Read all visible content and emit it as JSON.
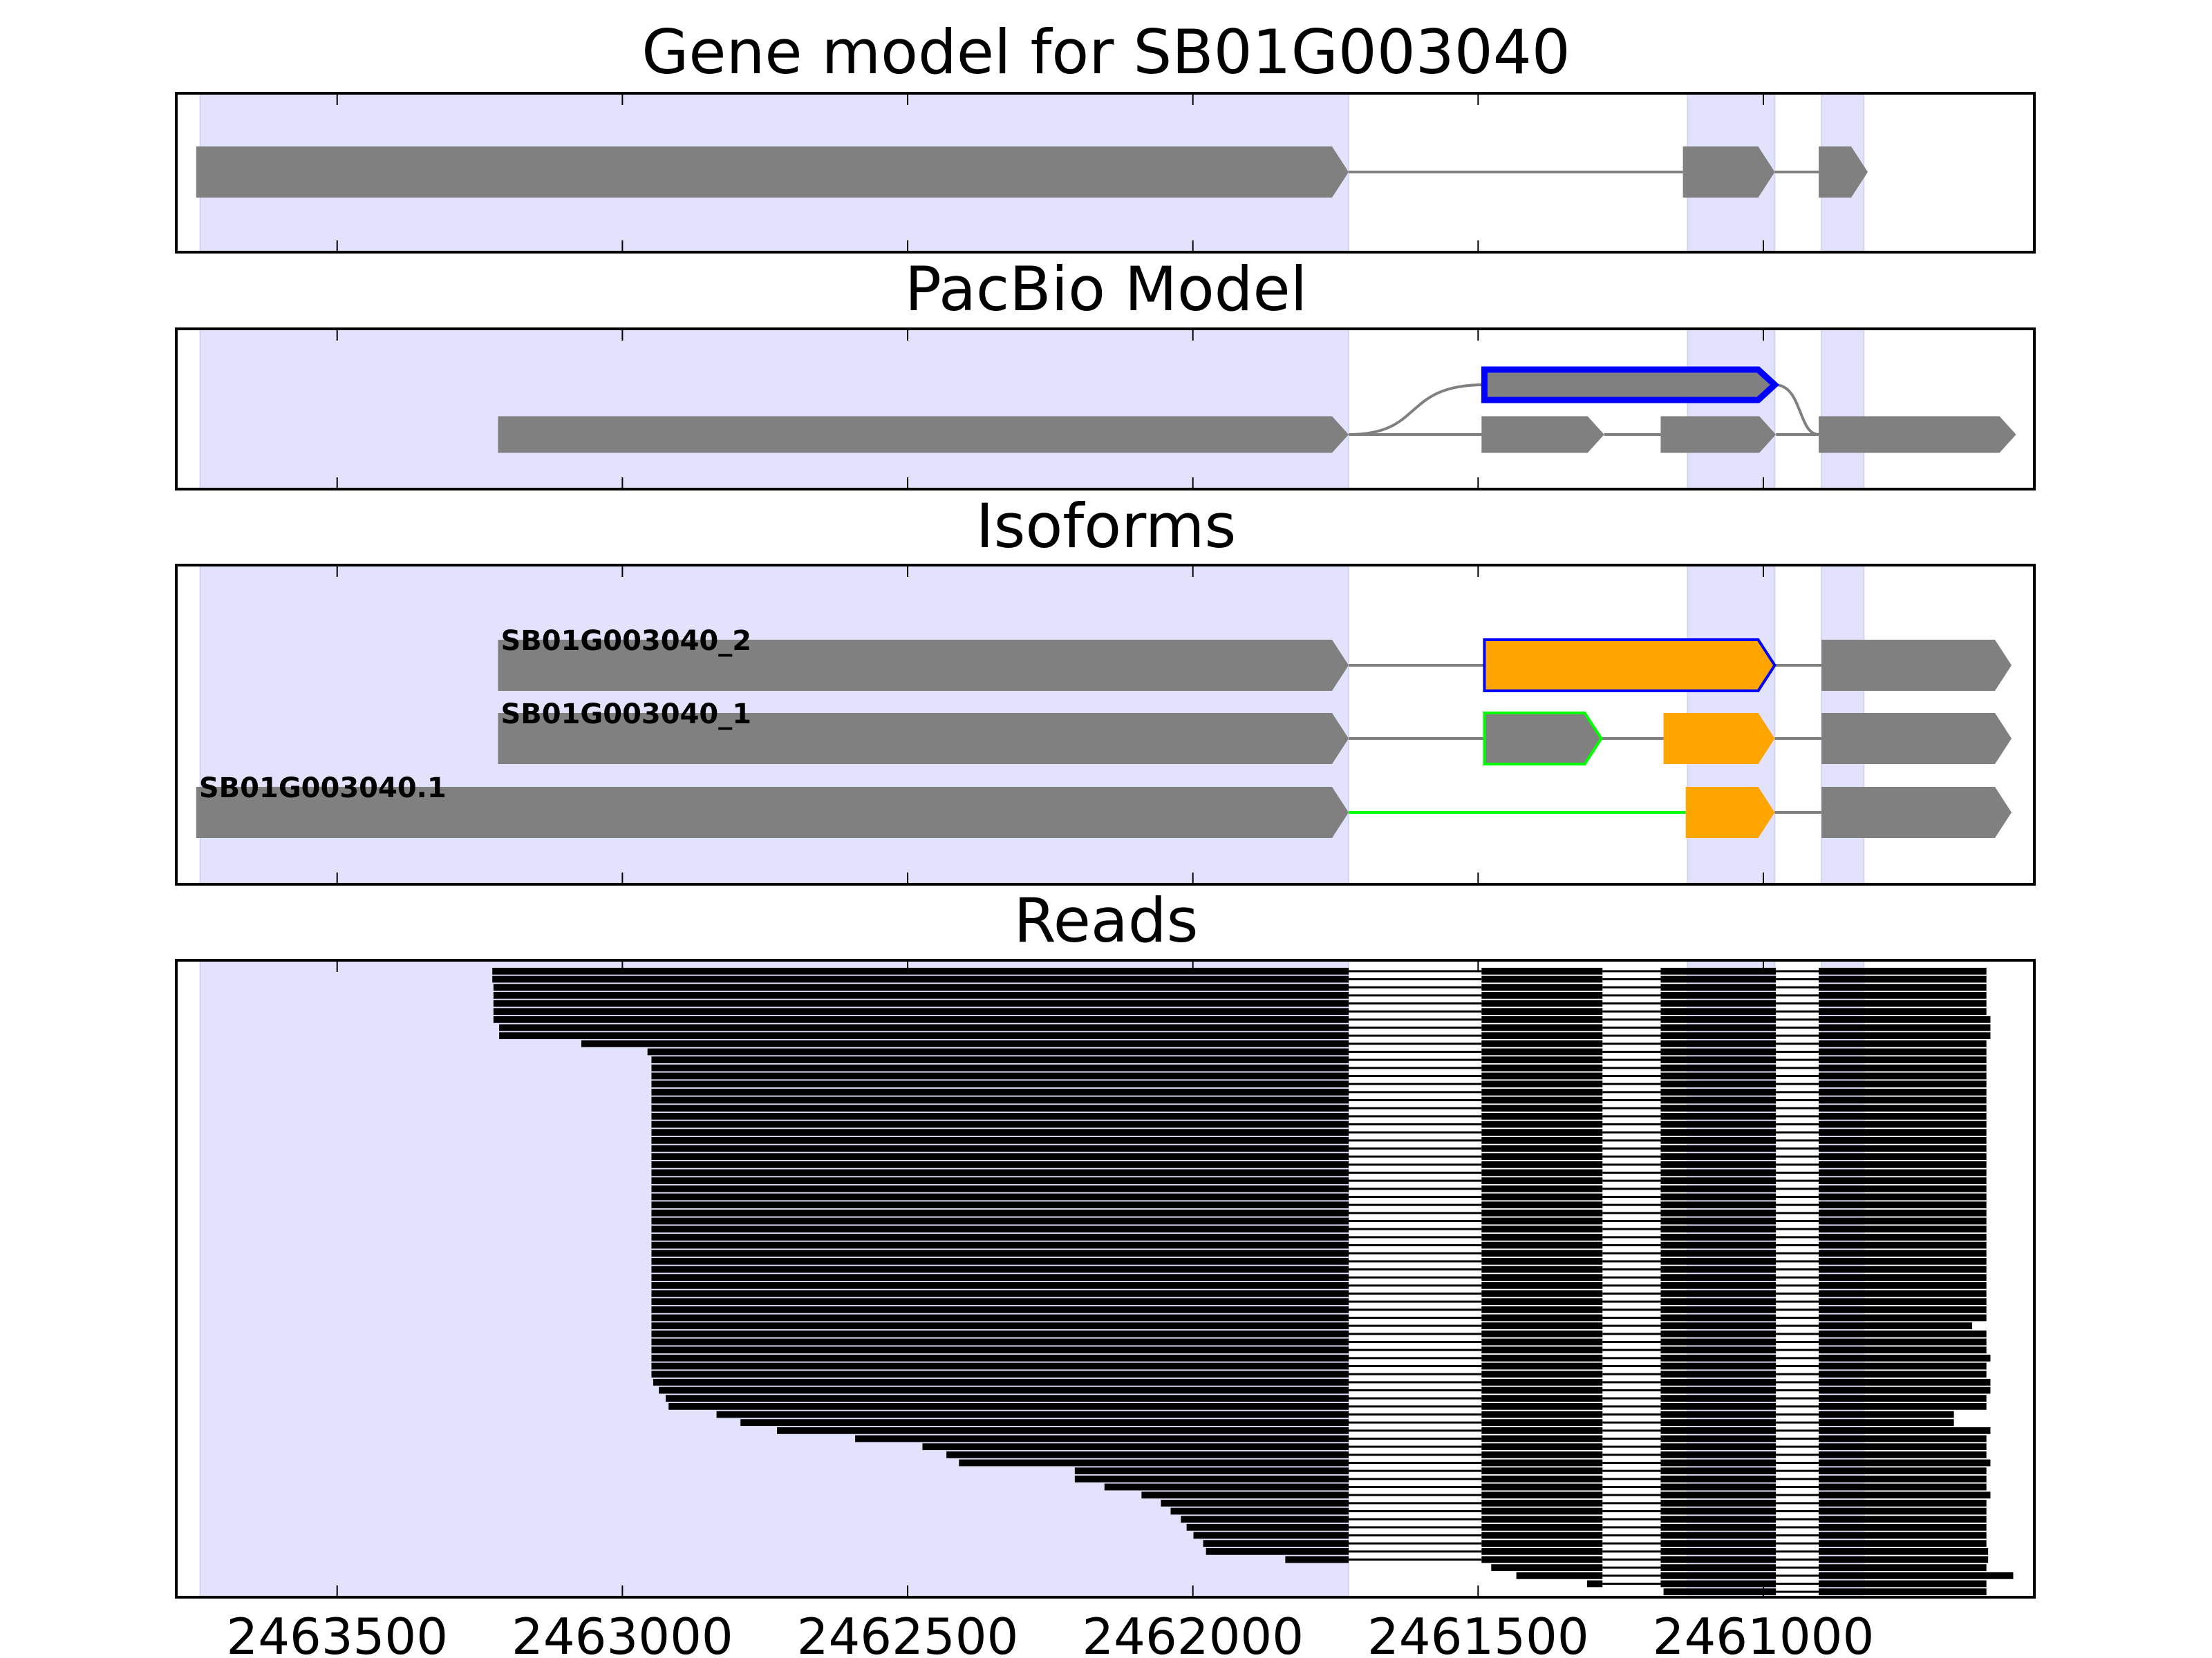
{
  "chart_data": {
    "type": "gene-track",
    "xlim": [
      2463782,
      2460525
    ],
    "xticks": [
      2463500,
      2463000,
      2462500,
      2462000,
      2461500,
      2461000
    ],
    "xtick_labels": [
      "2463500",
      "2463000",
      "2462500",
      "2462000",
      "2461500",
      "2461000"
    ],
    "colors": {
      "exon": "#808080",
      "utr": "#ffa500",
      "shade": "#e2e2fd",
      "read": "#000000",
      "highlight_blue": "#0000ff",
      "highlight_green": "#00ff00"
    },
    "shaded_regions": [
      [
        2463740,
        2461727
      ],
      [
        2461133,
        2460980
      ],
      [
        2460898,
        2460824
      ]
    ],
    "panels": [
      {
        "title": "Gene model for SB01G003040",
        "rows": [
          {
            "exons": [
              [
                2463747,
                2461727,
                "exon"
              ],
              [
                2461141,
                2460980,
                "exon"
              ],
              [
                2460903,
                2460817,
                "exon"
              ]
            ],
            "intron_color": "#808080"
          }
        ]
      },
      {
        "title": "PacBio Model",
        "rows": [
          {
            "exons": [
              [
                2463218,
                2461727,
                "exon"
              ],
              [
                2461494,
                2461279,
                "exon"
              ],
              [
                2461180,
                2460978,
                "exon"
              ],
              [
                2460903,
                2460557,
                "exon"
              ]
            ],
            "intron_color": "#808080"
          },
          {
            "exons": [
              [
                2461489,
                2460980,
                "exon-blue"
              ]
            ],
            "alt": true
          }
        ]
      },
      {
        "title": "Isoforms",
        "rows": [
          {
            "label": "SB01G003040_2",
            "exons": [
              [
                2463218,
                2461727,
                "exon"
              ],
              [
                2461489,
                2460980,
                "utr-blue"
              ],
              [
                2460898,
                2460565,
                "exon"
              ]
            ],
            "intron_color": "#808080"
          },
          {
            "label": "SB01G003040_1",
            "exons": [
              [
                2463218,
                2461727,
                "exon"
              ],
              [
                2461489,
                2461284,
                "exon-green"
              ],
              [
                2461175,
                2460980,
                "utr"
              ],
              [
                2460898,
                2460565,
                "exon"
              ]
            ],
            "intron_color": "#808080"
          },
          {
            "label": "SB01G003040.1",
            "exons": [
              [
                2463747,
                2461727,
                "exon"
              ],
              [
                2461136,
                2460980,
                "utr"
              ],
              [
                2460898,
                2460565,
                "exon"
              ]
            ],
            "intron_color": "#00ff00",
            "intron_colors": [
              "#00ff00",
              "#808080"
            ]
          }
        ]
      },
      {
        "title": "Reads"
      }
    ],
    "read_exons": [
      [
        9999999,
        2461727
      ],
      [
        2461494,
        2461282
      ],
      [
        2461180,
        2460978
      ],
      [
        2460903,
        0
      ]
    ],
    "reads": [
      [
        2463228,
        2460609
      ],
      [
        2463228,
        2460609
      ],
      [
        2463226,
        2460609
      ],
      [
        2463226,
        2460609
      ],
      [
        2463226,
        2460609
      ],
      [
        2463226,
        2460609
      ],
      [
        2463226,
        2460602
      ],
      [
        2463216,
        2460602
      ],
      [
        2463216,
        2460602
      ],
      [
        2463072,
        2460609
      ],
      [
        2462956,
        2460609
      ],
      [
        2462949,
        2460609
      ],
      [
        2462949,
        2460609
      ],
      [
        2462949,
        2460609
      ],
      [
        2462949,
        2460609
      ],
      [
        2462949,
        2460609
      ],
      [
        2462949,
        2460609
      ],
      [
        2462949,
        2460609
      ],
      [
        2462949,
        2460609
      ],
      [
        2462949,
        2460609
      ],
      [
        2462949,
        2460609
      ],
      [
        2462949,
        2460609
      ],
      [
        2462949,
        2460609
      ],
      [
        2462949,
        2460609
      ],
      [
        2462949,
        2460609
      ],
      [
        2462949,
        2460609
      ],
      [
        2462949,
        2460609
      ],
      [
        2462949,
        2460609
      ],
      [
        2462949,
        2460609
      ],
      [
        2462949,
        2460609
      ],
      [
        2462949,
        2460609
      ],
      [
        2462949,
        2460609
      ],
      [
        2462949,
        2460609
      ],
      [
        2462949,
        2460609
      ],
      [
        2462949,
        2460609
      ],
      [
        2462949,
        2460609
      ],
      [
        2462949,
        2460609
      ],
      [
        2462949,
        2460609
      ],
      [
        2462949,
        2460609
      ],
      [
        2462949,
        2460609
      ],
      [
        2462949,
        2460609
      ],
      [
        2462949,
        2460609
      ],
      [
        2462949,
        2460609
      ],
      [
        2462949,
        2460609
      ],
      [
        2462949,
        2460634
      ],
      [
        2462949,
        2460609
      ],
      [
        2462949,
        2460609
      ],
      [
        2462949,
        2460609
      ],
      [
        2462949,
        2460602
      ],
      [
        2462949,
        2460609
      ],
      [
        2462949,
        2460609
      ],
      [
        2462946,
        2460602
      ],
      [
        2462936,
        2460602
      ],
      [
        2462924,
        2460609
      ],
      [
        2462919,
        2460609
      ],
      [
        2462835,
        2460666
      ],
      [
        2462793,
        2460666
      ],
      [
        2462729,
        2460602
      ],
      [
        2462592,
        2460609
      ],
      [
        2462474,
        2460609
      ],
      [
        2462432,
        2460609
      ],
      [
        2462410,
        2460602
      ],
      [
        2462207,
        2460609
      ],
      [
        2462207,
        2460609
      ],
      [
        2462155,
        2460609
      ],
      [
        2462090,
        2460602
      ],
      [
        2462056,
        2460609
      ],
      [
        2462039,
        2460609
      ],
      [
        2462021,
        2460609
      ],
      [
        2462011,
        2460609
      ],
      [
        2461999,
        2460609
      ],
      [
        2461982,
        2460609
      ],
      [
        2461977,
        2460606
      ],
      [
        2461838,
        2460606
      ],
      [
        2461477,
        2460609
      ],
      [
        2461433,
        2460562
      ],
      [
        2461309,
        2460609
      ],
      [
        2461175,
        2460609
      ]
    ]
  }
}
